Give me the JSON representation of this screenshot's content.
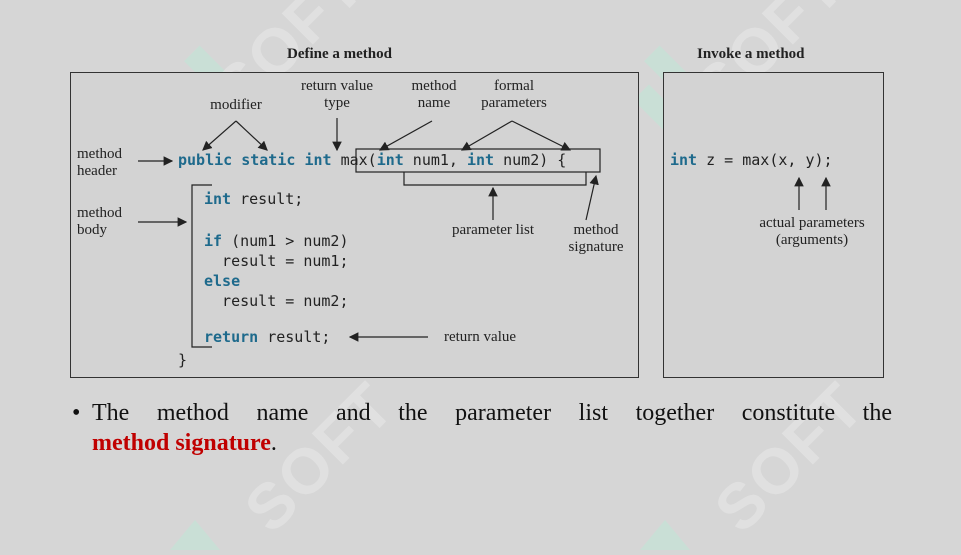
{
  "headings": {
    "define": "Define a method",
    "invoke": "Invoke a method"
  },
  "labels": {
    "modifier": "modifier",
    "return_type_1": "return value",
    "return_type_2": "type",
    "method_name_1": "method",
    "method_name_2": "name",
    "formal_params_1": "formal",
    "formal_params_2": "parameters",
    "method_header_1": "method",
    "method_header_2": "header",
    "method_body_1": "method",
    "method_body_2": "body",
    "parameter_list": "parameter list",
    "method_signature_1": "method",
    "method_signature_2": "signature",
    "return_value": "return value",
    "actual_params_1": "actual parameters",
    "actual_params_2": "(arguments)"
  },
  "code": {
    "kw_public": "public",
    "kw_static": "static",
    "kw_int_header": "int",
    "max_open": "max(",
    "kw_int_p1": "int",
    "num1": " num1, ",
    "kw_int_p2": "int",
    "num2": " num2)",
    "brace_open": " {",
    "kw_int_result": "int",
    "result_decl": " result;",
    "kw_if": "if",
    "if_cond": " (num1 > num2)",
    "assign_num1": "  result = num1;",
    "kw_else": "else",
    "assign_num2": "  result = num2;",
    "kw_return": "return",
    "return_rest": " result;",
    "brace_close": "}",
    "invoke_kw_int": "int",
    "invoke_rest": " z = max(x, y);"
  },
  "bullet": {
    "dot": "•",
    "line1": "The method name and the parameter list together constitute the",
    "emph": "method signature",
    "end": "."
  },
  "watermark": {
    "brand": "SOFT"
  },
  "colors": {
    "background": "#d6d6d6",
    "keyword": "#1e6a8c",
    "emphasis": "#c00000"
  }
}
